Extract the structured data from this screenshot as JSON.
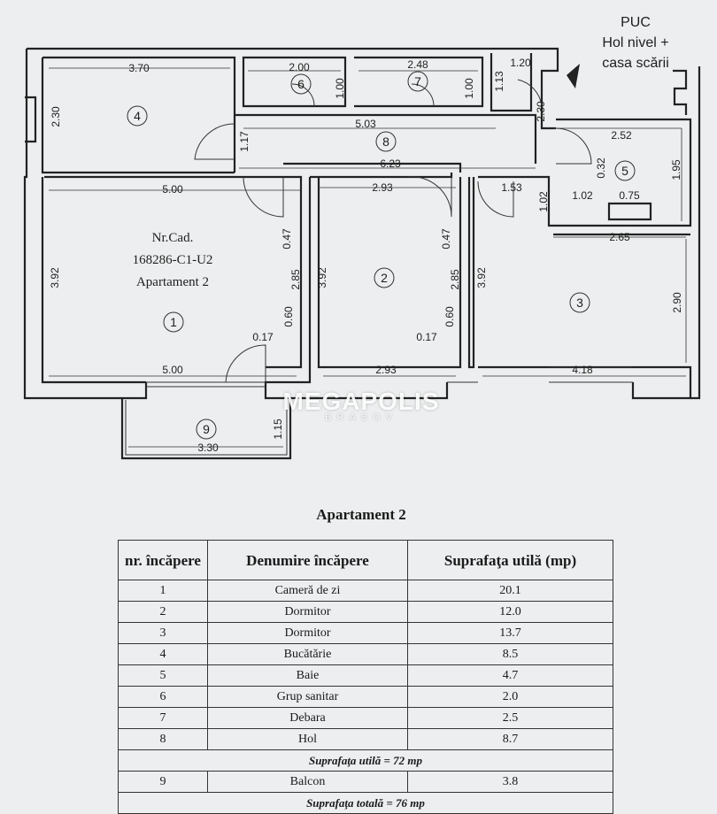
{
  "plan": {
    "puc": "PUC",
    "hol_nivel": "Hol nivel +",
    "casa_scarii": "casa scării",
    "cad_line1": "Nr.Cad.",
    "cad_line2": "168286-C1-U2",
    "cad_line3": "Apartament 2",
    "room_numbers": [
      "1",
      "2",
      "3",
      "4",
      "5",
      "6",
      "7",
      "8",
      "9"
    ],
    "dims": {
      "d_3_70": "3.70",
      "d_2_30a": "2.30",
      "d_2_00": "2.00",
      "d_1_00a": "1.00",
      "d_2_48": "2.48",
      "d_1_00b": "1.00",
      "d_1_13": "1.13",
      "d_1_20": "1.20",
      "d_5_03": "5.03",
      "d_1_17": "1.17",
      "d_2_30b": "2.30",
      "d_2_52": "2.52",
      "d_0_32": "0.32",
      "d_1_95": "1.95",
      "d_6_23": "6.23",
      "d_1_02a": "1.02",
      "d_0_75": "0.75",
      "d_5_00a": "5.00",
      "d_2_93a": "2.93",
      "d_1_53": "1.53",
      "d_1_02b": "1.02",
      "d_2_65": "2.65",
      "d_3_92a": "3.92",
      "d_0_47a": "0.47",
      "d_2_85a": "2.85",
      "d_0_60a": "0.60",
      "d_0_17a": "0.17",
      "d_3_92b": "3.92",
      "d_0_47b": "0.47",
      "d_2_85b": "2.85",
      "d_0_60b": "0.60",
      "d_0_17b": "0.17",
      "d_3_92c": "3.92",
      "d_2_90": "2.90",
      "d_5_00b": "5.00",
      "d_2_93b": "2.93",
      "d_4_18": "4.18",
      "d_3_30": "3.30",
      "d_1_15": "1.15"
    }
  },
  "watermark": {
    "name": "MEGAPOLIS",
    "city": "BRASOV"
  },
  "table": {
    "title": "Apartament 2",
    "headers": [
      "nr. încăpere",
      "Denumire încăpere",
      "Suprafaţa utilă (mp)"
    ],
    "rows": [
      [
        "1",
        "Cameră de zi",
        "20.1"
      ],
      [
        "2",
        "Dormitor",
        "12.0"
      ],
      [
        "3",
        "Dormitor",
        "13.7"
      ],
      [
        "4",
        "Bucătărie",
        "8.5"
      ],
      [
        "5",
        "Baie",
        "4.7"
      ],
      [
        "6",
        "Grup sanitar",
        "2.0"
      ],
      [
        "7",
        "Debara",
        "2.5"
      ],
      [
        "8",
        "Hol",
        "8.7"
      ]
    ],
    "useful_total": "Suprafaţa utilă = 72 mp",
    "balcony": [
      "9",
      "Balcon",
      "3.8"
    ],
    "grand_total": "Suprafaţa totală = 76 mp"
  }
}
